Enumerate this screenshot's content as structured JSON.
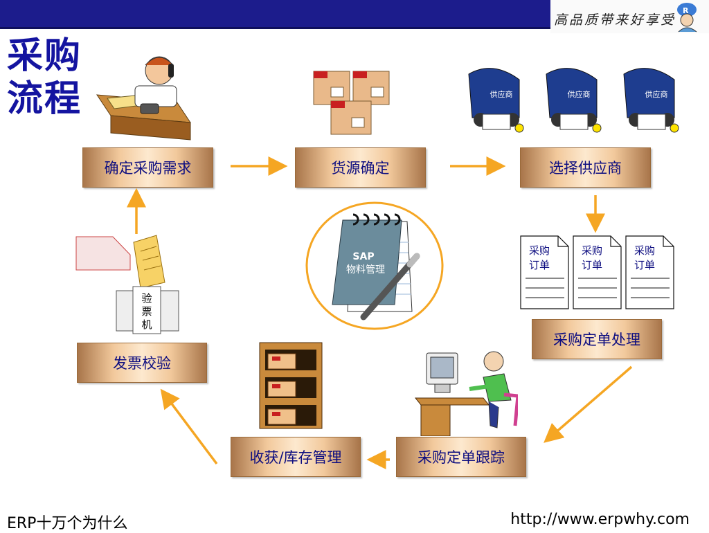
{
  "header": {
    "logo_text": "高品质带来好享受"
  },
  "title": {
    "line1": "采购",
    "line2": "流程"
  },
  "steps": {
    "demand": "确定采购需求",
    "source": "货源确定",
    "vendor": "选择供应商",
    "order_process": "采购定单处理",
    "order_track": "采购定单跟踪",
    "receipt": "收获/库存管理",
    "invoice": "发票校验"
  },
  "supplier_label": "供应商",
  "po_label": {
    "line1": "采购",
    "line2": "订单"
  },
  "center": {
    "line1": "SAP",
    "line2": "物料管理"
  },
  "invoice_machine": {
    "c1": "验",
    "c2": "票",
    "c3": "机"
  },
  "footer": {
    "left": "ERP十万个为什么",
    "right": "http://www.erpwhy.com"
  }
}
